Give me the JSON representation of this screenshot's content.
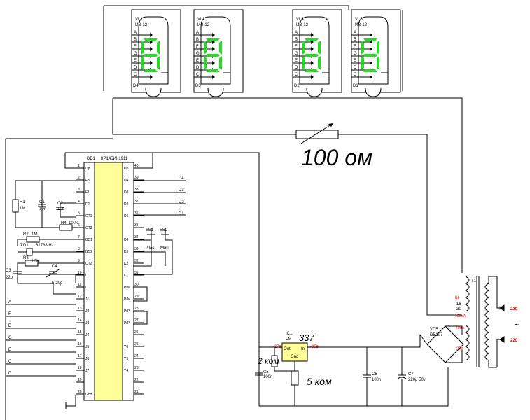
{
  "tubes": [
    {
      "name": "VL1",
      "type": "ИВ-12",
      "digit_label": "D4"
    },
    {
      "name": "VL2",
      "type": "ИВ-12",
      "digit_label": "D3"
    },
    {
      "name": "VL4",
      "type": "ИВ-12",
      "digit_label": "D2"
    },
    {
      "name": "VL5",
      "type": "ИВ-12",
      "digit_label": "D1"
    }
  ],
  "segments": [
    "A",
    "B",
    "F",
    "G",
    "E",
    "D",
    "C"
  ],
  "chip": {
    "designator": "DD1",
    "part": "КР145ИК1911",
    "left_pins": [
      {
        "num": "1",
        "label": "Up"
      },
      {
        "num": "2",
        "label": "F3"
      },
      {
        "num": "3",
        "label": "F1"
      },
      {
        "num": "4",
        "label": "F2"
      },
      {
        "num": "5",
        "label": "CT1"
      },
      {
        "num": "6",
        "label": "CT3"
      },
      {
        "num": "7",
        "label": "BQ1"
      },
      {
        "num": "8",
        "label": "BQ2"
      },
      {
        "num": "9",
        "label": "CT2"
      },
      {
        "num": "10",
        "label": "L"
      },
      {
        "num": "11",
        "label": "L"
      },
      {
        "num": "12",
        "label": "J1"
      },
      {
        "num": "13",
        "label": "J2"
      },
      {
        "num": "14",
        "label": "J3"
      },
      {
        "num": "15",
        "label": "J4"
      },
      {
        "num": "16",
        "label": "J5"
      },
      {
        "num": "17",
        "label": "J6"
      },
      {
        "num": "18",
        "label": "J7"
      },
      {
        "num": "19",
        "label": ""
      },
      {
        "num": "20",
        "label": "Gnd"
      }
    ],
    "right_pins": [
      {
        "num": "40",
        "label": "Up"
      },
      {
        "num": "39",
        "label": "D4"
      },
      {
        "num": "38",
        "label": "D3"
      },
      {
        "num": "37",
        "label": "D2"
      },
      {
        "num": "36",
        "label": "D1"
      },
      {
        "num": "35",
        "label": ""
      },
      {
        "num": "34",
        "label": "K4"
      },
      {
        "num": "33",
        "label": "K3"
      },
      {
        "num": "32",
        "label": "K2"
      },
      {
        "num": "31",
        "label": "K1"
      },
      {
        "num": "30",
        "label": "PrM"
      },
      {
        "num": "29",
        "label": "PrM"
      },
      {
        "num": "28",
        "label": "PrP"
      },
      {
        "num": "27",
        "label": "PrP"
      },
      {
        "num": "26",
        "label": ""
      },
      {
        "num": "25",
        "label": "Y6"
      },
      {
        "num": "24",
        "label": "Y5"
      },
      {
        "num": "23",
        "label": "Y4"
      },
      {
        "num": "22",
        "label": ""
      },
      {
        "num": "21",
        "label": ""
      }
    ]
  },
  "digit_outputs": [
    "D4",
    "D3",
    "D2",
    "D1"
  ],
  "segment_inputs": [
    "A",
    "F",
    "B",
    "G",
    "E",
    "C",
    "D"
  ],
  "components": {
    "r1": {
      "ref": "R1",
      "value": "1M"
    },
    "c1": {
      "ref": "C1",
      "value": "10n"
    },
    "c2": {
      "ref": "C2",
      "value": "10n"
    },
    "r4": {
      "ref": "R4",
      "value": "100k"
    },
    "r2": {
      "ref": "R2",
      "value": "1M"
    },
    "zq": {
      "ref": "ZQ1",
      "value": "32768 Hz"
    },
    "r3": {
      "ref": "R3",
      "value": "10M"
    },
    "c3": {
      "ref": "C3",
      "value": "22p"
    },
    "c4": {
      "ref": "C4",
      "value": "5-20p"
    },
    "sb1": {
      "ref": "SB1",
      "label": "Час"
    },
    "sb2": {
      "ref": "SB2",
      "label": "Мин"
    },
    "c5": {
      "ref": "C5",
      "value": "100n"
    },
    "c6": {
      "ref": "C6",
      "value": "100n"
    },
    "c7": {
      "ref": "C7",
      "value": "220μ 50v"
    },
    "vd5": {
      "ref": "VD5",
      "value": "DB107"
    },
    "t1": {
      "ref": "T1"
    },
    "ic1": {
      "ref": "IC1",
      "part": "LM",
      "out": "Out",
      "in": "In",
      "gnd": "Gnd"
    }
  },
  "transformer": {
    "sec_top": "6в",
    "turns": "16",
    "turns2": "30",
    "tap": "100мА",
    "sec_bottom_top": "40мА",
    "sec_bottom": "27в",
    "mains_top": "220",
    "mains_bottom": "220",
    "tilde": "~"
  },
  "regulator_voltages": {
    "out": "-27в",
    "in": "-36в"
  },
  "handwritten": {
    "resistor": "100 ом",
    "part_suffix": "337",
    "trim_res": "2 ком",
    "bottom_res": "5 ком"
  },
  "colors": {
    "wire": "#000000",
    "chip_fill": "#ffff99",
    "segment_green": "#22dd22",
    "annotation_red": "#ee0000"
  }
}
